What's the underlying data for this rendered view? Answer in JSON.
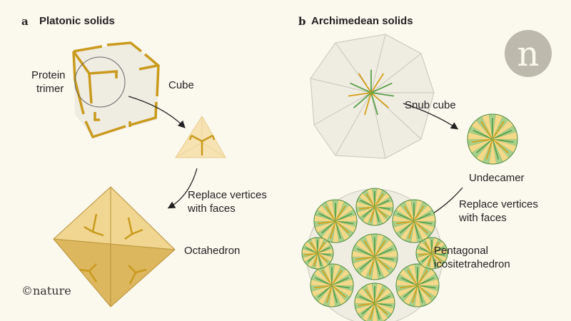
{
  "panel_a": {
    "letter": "a",
    "title": "Platonic solids",
    "protein_label": [
      "Protein",
      "trimer"
    ],
    "cube_label": "Cube",
    "replace_label": [
      "Replace vertices",
      "with faces"
    ],
    "octahedron_label": "Octahedron"
  },
  "panel_b": {
    "letter": "b",
    "title": "Archimedean solids",
    "snub_label": "Snub cube",
    "undecamer_label": "Undecamer",
    "replace_label": [
      "Replace vertices",
      "with faces"
    ],
    "result_label": [
      "Pentagonal",
      "icositetrahedron"
    ]
  },
  "credit": "©nature",
  "logo": "n",
  "colors": {
    "gold": "#d4a017",
    "green": "#5aa04a",
    "lightgreen": "#a8d08d",
    "yellow": "#f5d98a",
    "bg": "#fbf8ee"
  }
}
